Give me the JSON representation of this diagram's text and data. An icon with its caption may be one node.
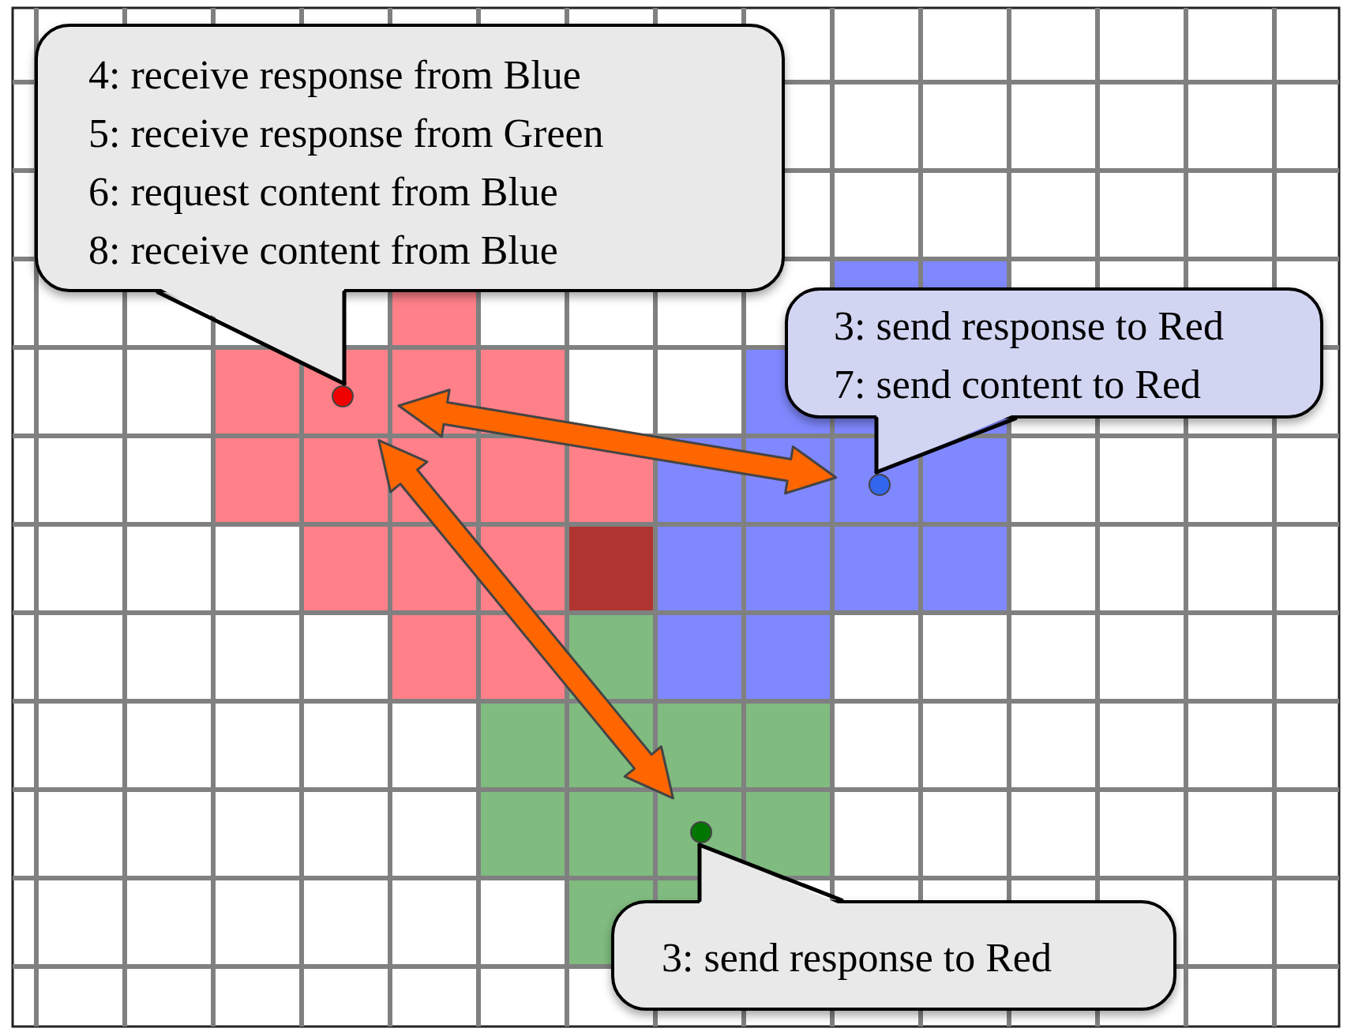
{
  "diagram": {
    "nodes": [
      {
        "text": [],
        "shape": "circle"
      },
      {
        "text": [],
        "shape": "circle"
      },
      {
        "text": [],
        "shape": "circle"
      },
      {
        "text": [
          "4: receive response from Blue",
          "5: receive response from Green",
          "6: request content from Blue",
          "8: receive content from Blue"
        ]
      },
      {
        "text": [
          "3: send response to Red",
          "7: send content to Red"
        ]
      },
      {
        "text": [
          "3: send response to Red"
        ]
      }
    ],
    "edges": [
      {
        "from": 0,
        "to": 1,
        "arrow": "both",
        "style": "thick",
        "color": "#ff6600"
      },
      {
        "from": 0,
        "to": 2,
        "arrow": "both",
        "style": "thick",
        "color": "#ff6600"
      },
      {
        "from": 3,
        "to": 0,
        "arrow": "none"
      },
      {
        "from": 4,
        "to": 1,
        "arrow": "none"
      },
      {
        "from": 5,
        "to": 2,
        "arrow": "none"
      }
    ]
  }
}
